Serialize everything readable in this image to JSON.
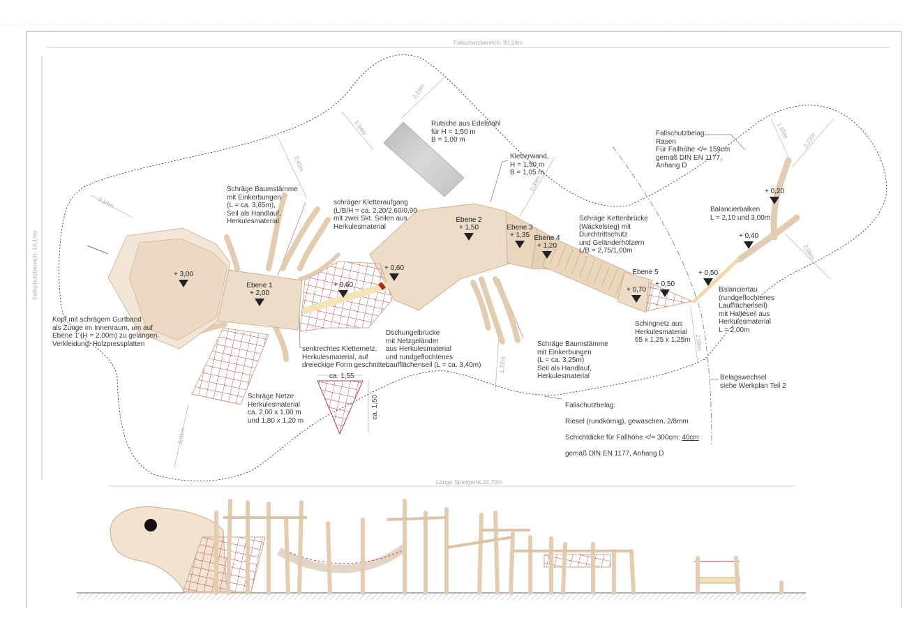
{
  "dimensions": {
    "width_total": "Fallschutzbereich: 30,16m",
    "height_total": "Fallschutzbereich: 15,14m",
    "length_equipment": "Länge Spielgerät 24,72m",
    "d1": "2,14m",
    "d2": "2,42m",
    "d3": "1,94m",
    "d4": "2,16m",
    "d5": "2,39m",
    "d6": "1,55m",
    "d7": "2,22m",
    "d8": "2,08m",
    "d9": "2,09m",
    "d10": "1,72m",
    "d11": "2,01m",
    "net_width": "ca. 1,55",
    "net_height": "ca. 1,50"
  },
  "levels": {
    "head": {
      "value": "+ 3,00"
    },
    "ebene1": {
      "name": "Ebene 1",
      "value": "+ 2,00"
    },
    "bridge": {
      "value": "+ 0,60"
    },
    "ramp": {
      "value": "+ 0,60"
    },
    "ebene2": {
      "name": "Ebene 2",
      "value": "+ 1,50"
    },
    "ebene3": {
      "name": "Ebene 3",
      "value": "+ 1,35"
    },
    "ebene4": {
      "name": "Ebene 4",
      "value": "+ 1,20"
    },
    "ebene5": {
      "name": "Ebene 5",
      "value": "+ 0,70"
    },
    "net5": {
      "value": "+ 0,50"
    },
    "rope": {
      "value": "+ 0,50"
    },
    "beam1": {
      "value": "+ 0,40"
    },
    "beam2": {
      "value": "+ 0,20"
    }
  },
  "annotations": {
    "logs_top": "Schräge Baumstämme\nmit Einkerbungen\n(L = ca. 3,65m),\nSeil als Handlauf,\nHerkulesmaterial",
    "ramp": "schräger Kletteraufgang\n(L/B/H = ca. 2,20/2,60/0,90\nmit zwei Skt. Seilen aus\nHerkulesmaterial",
    "slide": "Rutsche aus Edelstahl\nfür H = 1,50 m\nB = 1,00 m",
    "climbing_wall": "Kletterwand,\nH = 1,50 m\nB = 1,05 m",
    "surface_grass": "Fallschutzbelag:\nRasen\nFür Fallhöhe </= 159cm\ngemäß DIN EN 1177,\nAnhang D",
    "balance_beam": "Balancierbalken\nL = 2,10 und 3,00m",
    "chain_bridge": "Schräge Kettenbrücke\n(Wackelsteg) mit\nDurchtrittschutz\nund Geländerhölzern\nL/B = 2,75/1,00m",
    "balance_rope": "Balanciertau\n(rundgeflochtenes\nLaufflächenseil)\nmit Halteseil aus\nHerkulesmaterial\nL = 2,00m",
    "swing_net": "Schingnetz aus\nHerkulesmaterial\n65 x 1,25 x 1,25m",
    "logs_bottom": "Schräge Baumstämme\nmit Einkerbungen\n(L = ca. 3,25m)\nSeil als Handlauf,\nHerkulesmaterial",
    "jungle_bridge": "Dschungelbrücke\nmit Netzgeländer\naus Herkulesmaterial\nund rundgeflochtenes\nLaufflächenseil (L = ca. 3,40m)",
    "vertical_net": "senkrechtes Kletternetz,\nHerkulesmaterial, auf\ndreieckige Form geschnitten",
    "head": "Kopf mit schrägem Gurtband\nals Zunge im Innenraum, um auf\nEbene 1 (H = 2,00m) zu gelangen.\nVerkleidung: Holzpressplatten",
    "slanted_nets": "Schräge Netze\nHerkulesmaterial\nca. 2,00 x 1,00 m\nund 1,80 x 1,20 m",
    "surface_gravel": {
      "l1": "Fallschutzbelag:",
      "l2": "Riesel (rundkörnig), gewaschen, 2/8mm",
      "l3": "Schichtdicke für Fallhöhe </= 300cm: ",
      "l3_underlined": "40cm",
      "l4": "gemäß DIN EN 1177, Anhang D"
    },
    "surface_change": "Belagswechsel\nsiehe Werkplan Teil 2"
  },
  "colors": {
    "wood": "#ecdcc8",
    "wood_dark": "#d9c1a3",
    "net": "#b8404f",
    "rope": "#f6e6b8",
    "slide": "#c8c8c8"
  }
}
